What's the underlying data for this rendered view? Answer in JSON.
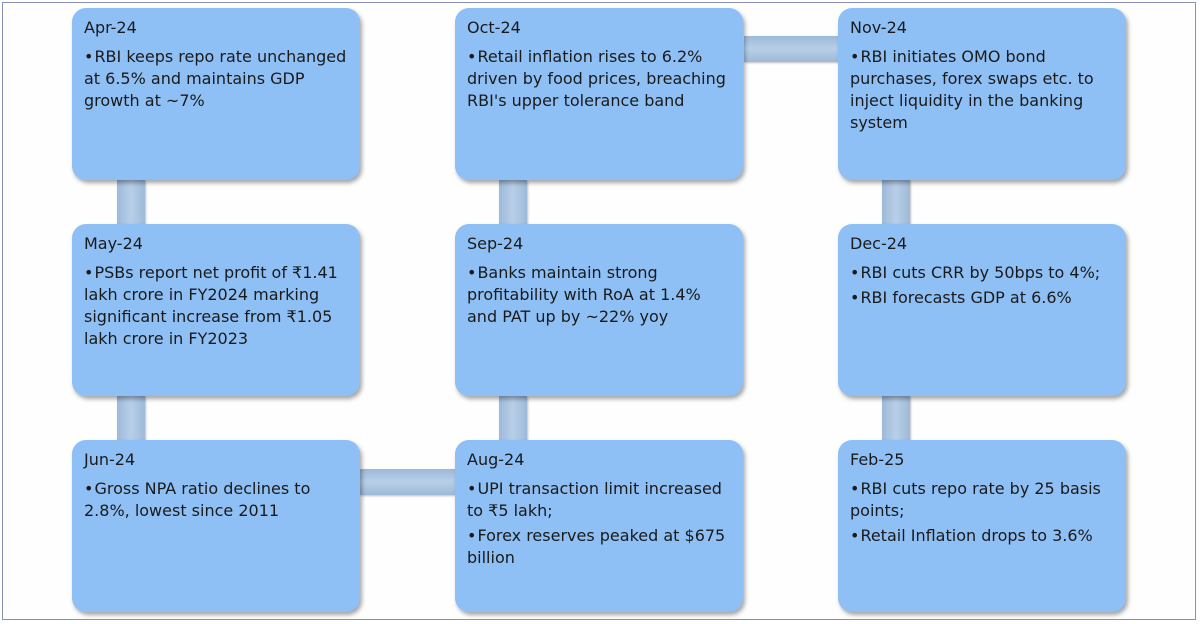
{
  "events": [
    {
      "key": "apr",
      "title": "Apr-24",
      "bullets": [
        "RBI keeps repo rate unchanged at 6.5% and maintains GDP growth at ~7%"
      ]
    },
    {
      "key": "may",
      "title": "May-24",
      "bullets": [
        "PSBs report net profit of ₹1.41 lakh crore in FY2024 marking significant increase from ₹1.05 lakh crore in FY2023"
      ]
    },
    {
      "key": "jun",
      "title": "Jun-24",
      "bullets": [
        "Gross NPA ratio declines to 2.8%, lowest since 2011"
      ]
    },
    {
      "key": "aug",
      "title": "Aug-24",
      "bullets": [
        "UPI transaction limit increased to ₹5 lakh;",
        "Forex reserves peaked at $675 billion"
      ]
    },
    {
      "key": "sep",
      "title": "Sep-24",
      "bullets": [
        "Banks maintain strong profitability with RoA at 1.4% and PAT up by ~22% yoy"
      ]
    },
    {
      "key": "oct",
      "title": "Oct-24",
      "bullets": [
        "Retail inflation rises to 6.2% driven by food prices, breaching RBI's upper tolerance band"
      ]
    },
    {
      "key": "nov",
      "title": "Nov-24",
      "bullets": [
        "RBI initiates OMO bond purchases, forex swaps etc. to inject liquidity in the banking system"
      ]
    },
    {
      "key": "dec",
      "title": "Dec-24",
      "bullets": [
        "RBI cuts CRR by 50bps to 4%;",
        "RBI forecasts GDP at 6.6%"
      ]
    },
    {
      "key": "feb",
      "title": "Feb-25",
      "bullets": [
        "RBI cuts repo rate by 25 basis points;",
        "Retail Inflation drops to 3.6%"
      ]
    }
  ],
  "bullet_char": "•",
  "colors": {
    "box_fill": "#8fc0f5",
    "connector": "#a9c4e3",
    "border": "#8a8fb8"
  }
}
